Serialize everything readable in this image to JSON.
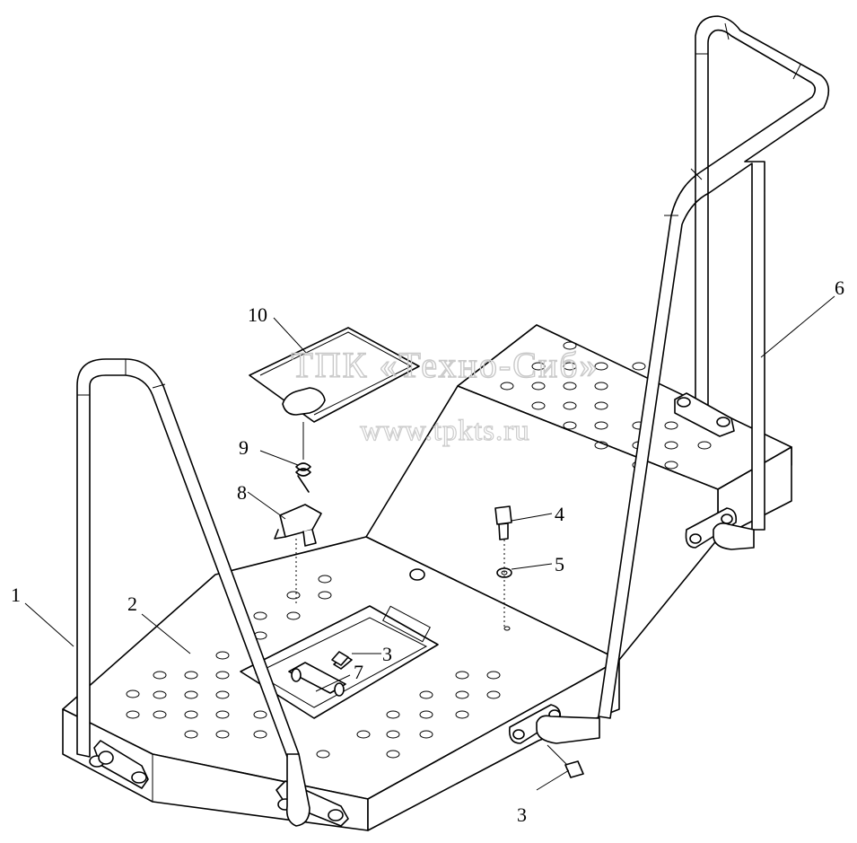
{
  "watermark": {
    "line1": "ТПК «Техно-Сиб»",
    "line2": "www.tpkts.ru"
  },
  "callouts": {
    "c1": "1",
    "c2": "2",
    "c3a": "3",
    "c3b": "3",
    "c4": "4",
    "c5": "5",
    "c6": "6",
    "c7": "7",
    "c8": "8",
    "c9": "9",
    "c10": "10"
  }
}
